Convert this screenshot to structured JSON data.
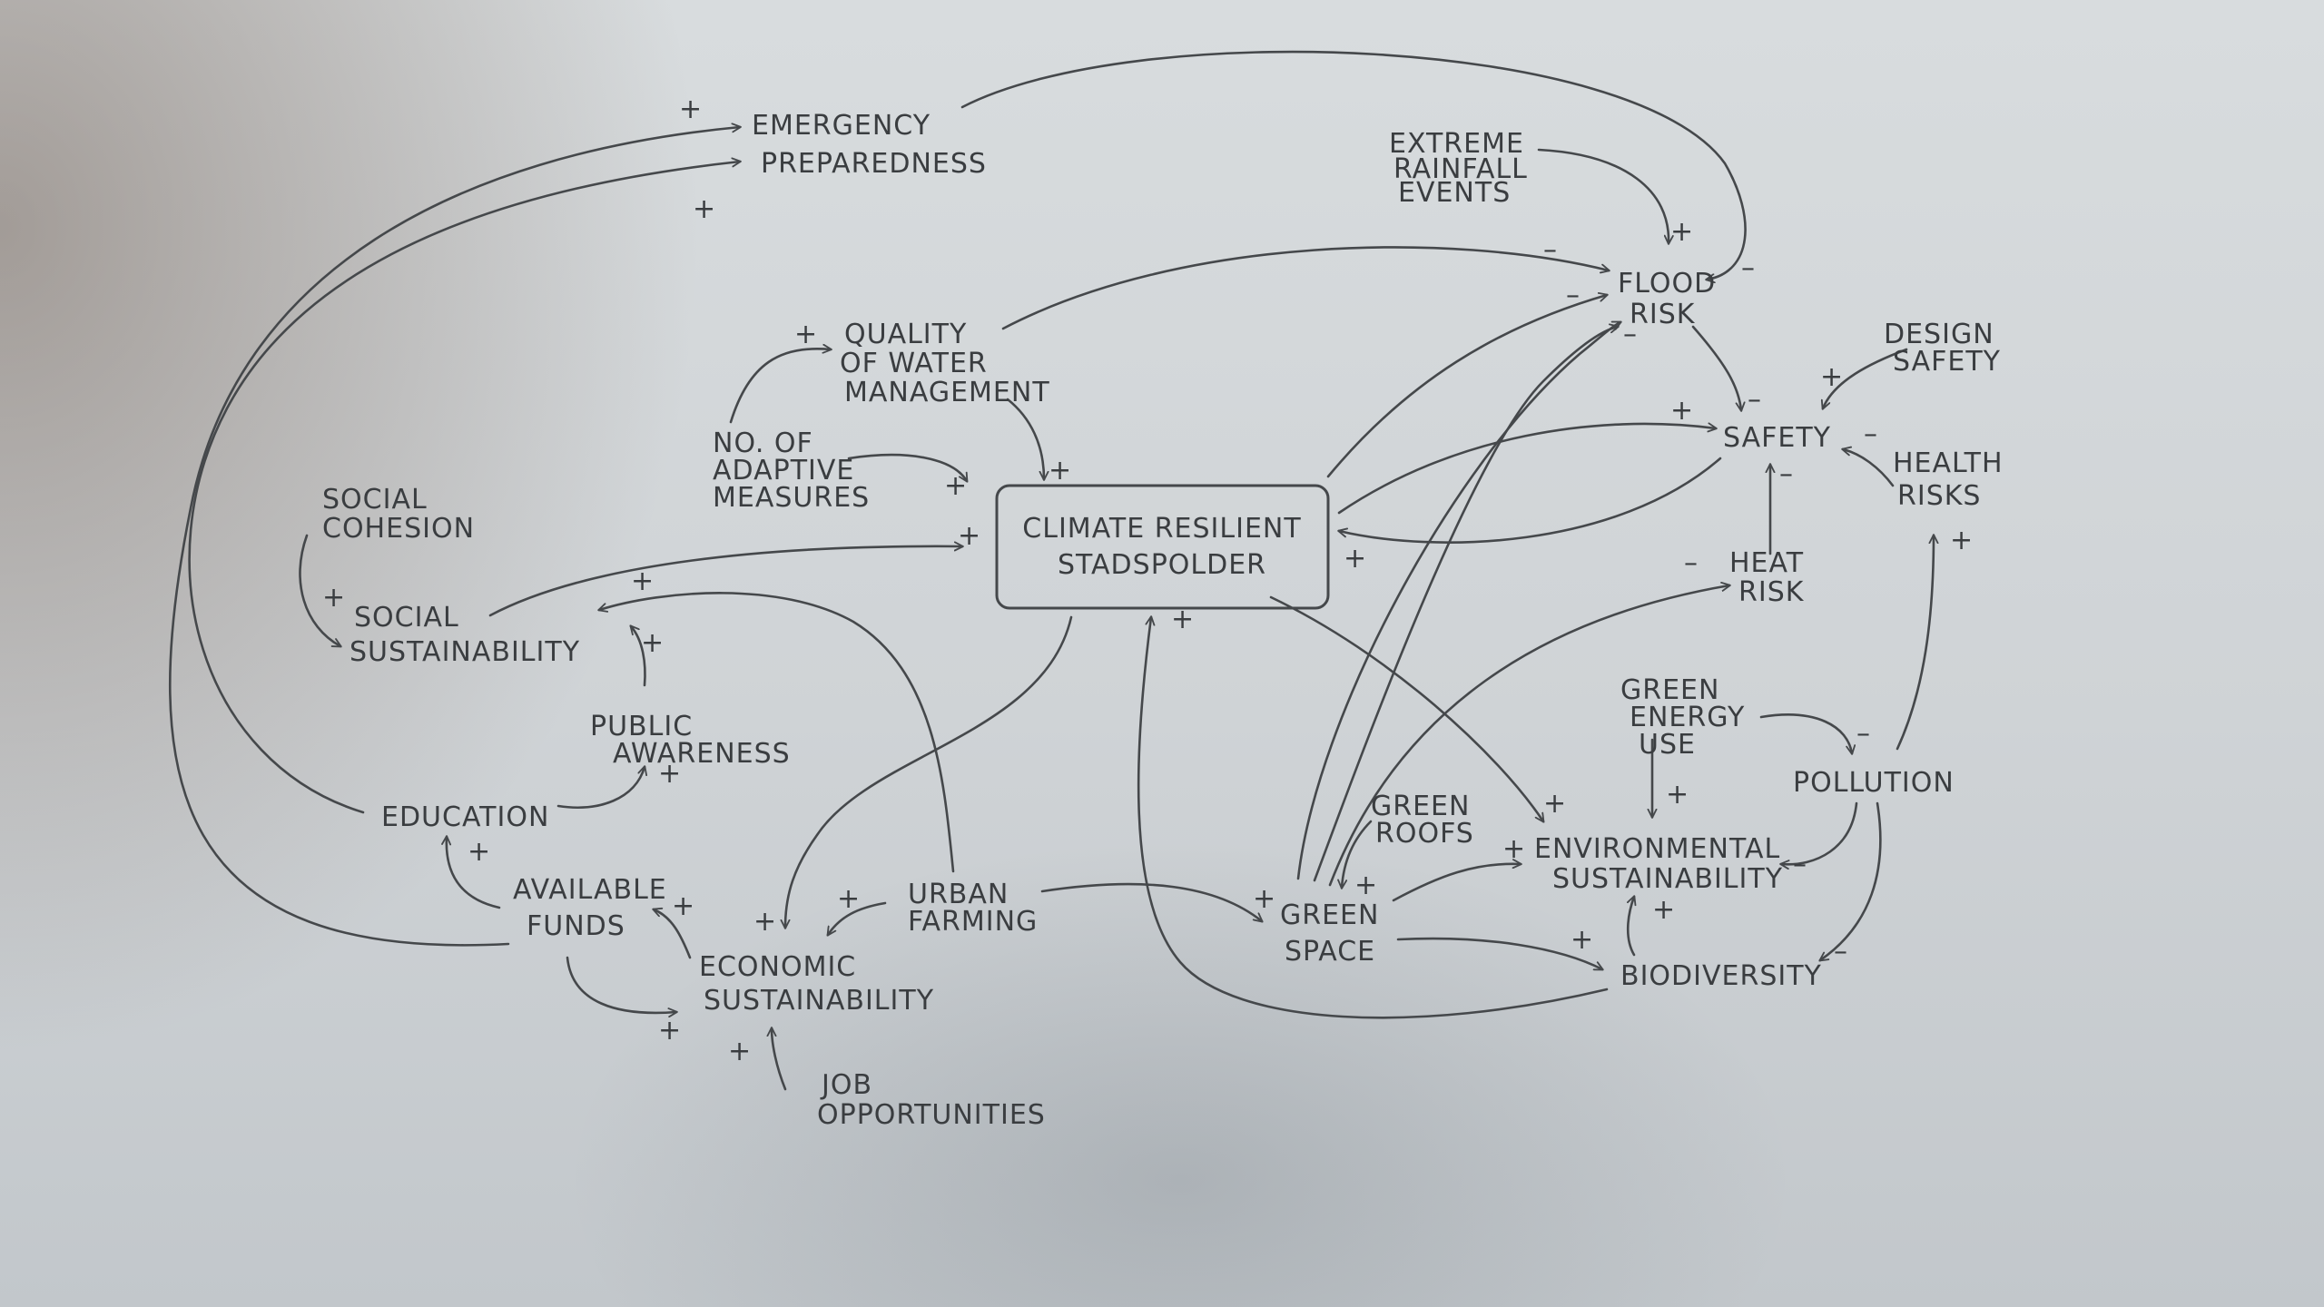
{
  "nodes": {
    "emergency_preparedness": [
      "EMERGENCY",
      "PREPAREDNESS"
    ],
    "extreme_rainfall": [
      "EXTREME",
      "RAINFALL",
      "EVENTS"
    ],
    "flood_risk": [
      "FLOOD",
      "RISK"
    ],
    "quality_water": [
      "QUALITY",
      "OF WATER",
      "MANAGEMENT"
    ],
    "adaptive_measures": [
      "NO. OF",
      "ADAPTIVE",
      "MEASURES"
    ],
    "design_safety": [
      "DESIGN",
      "SAFETY"
    ],
    "safety": [
      "SAFETY"
    ],
    "health_risks": [
      "HEALTH",
      "RISKS"
    ],
    "social_cohesion": [
      "SOCIAL",
      "COHESION"
    ],
    "climate_resilient": [
      "CLIMATE RESILIENT",
      "STADSPOLDER"
    ],
    "social_sustainability": [
      "SOCIAL",
      "SUSTAINABILITY"
    ],
    "heat_risk": [
      "HEAT",
      "RISK"
    ],
    "public_awareness": [
      "PUBLIC",
      "AWARENESS"
    ],
    "green_energy": [
      "GREEN",
      "ENERGY",
      "USE"
    ],
    "pollution": [
      "POLLUTION"
    ],
    "education": [
      "EDUCATION"
    ],
    "green_roofs": [
      "GREEN",
      "ROOFS"
    ],
    "environmental_sustainability": [
      "ENVIRONMENTAL",
      "SUSTAINABILITY"
    ],
    "available_funds": [
      "AVAILABLE",
      "FUNDS"
    ],
    "urban_farming": [
      "URBAN",
      "FARMING"
    ],
    "green_space": [
      "GREEN",
      "SPACE"
    ],
    "economic_sustainability": [
      "ECONOMIC",
      "SUSTAINABILITY"
    ],
    "biodiversity": [
      "BIODIVERSITY"
    ],
    "job_opportunities": [
      "JOB",
      "OPPORTUNITIES"
    ]
  },
  "signs": {
    "plus": "+",
    "minus": "–"
  }
}
